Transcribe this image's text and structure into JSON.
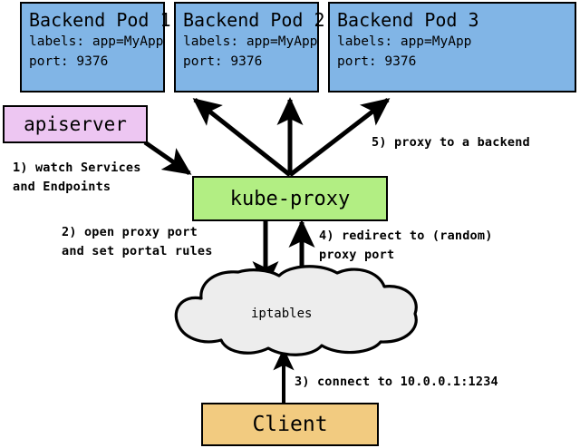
{
  "diagram": {
    "title": "kube-proxy Services and Endpoints flow",
    "colors": {
      "pod_fill": "#81b5e6",
      "apiserver_fill": "#edc6f2",
      "kubeproxy_fill": "#b2ee83",
      "client_fill": "#f2cb80",
      "cloud_fill": "#ededed",
      "stroke": "#000000",
      "background": "#ffffff"
    },
    "pods": [
      {
        "title": "Backend Pod 1",
        "labels_line": "labels: app=MyApp",
        "port_line": "port: 9376"
      },
      {
        "title": "Backend Pod 2",
        "labels_line": "labels: app=MyApp",
        "port_line": "port: 9376"
      },
      {
        "title": "Backend Pod 3",
        "labels_line": "labels: app=MyApp",
        "port_line": "port: 9376"
      }
    ],
    "nodes": {
      "apiserver": "apiserver",
      "kubeproxy": "kube-proxy",
      "iptables": "iptables",
      "client": "Client"
    },
    "steps": [
      {
        "id": "step-1",
        "line1": "1) watch Services",
        "line2": "and Endpoints"
      },
      {
        "id": "step-2",
        "line1": "2) open proxy port",
        "line2": "and set portal rules"
      },
      {
        "id": "step-3",
        "line1": "3) connect to 10.0.0.1:1234",
        "line2": ""
      },
      {
        "id": "step-4",
        "line1": "4) redirect to (random)",
        "line2": "proxy port"
      },
      {
        "id": "step-5",
        "line1": "5) proxy to a backend",
        "line2": ""
      }
    ]
  }
}
